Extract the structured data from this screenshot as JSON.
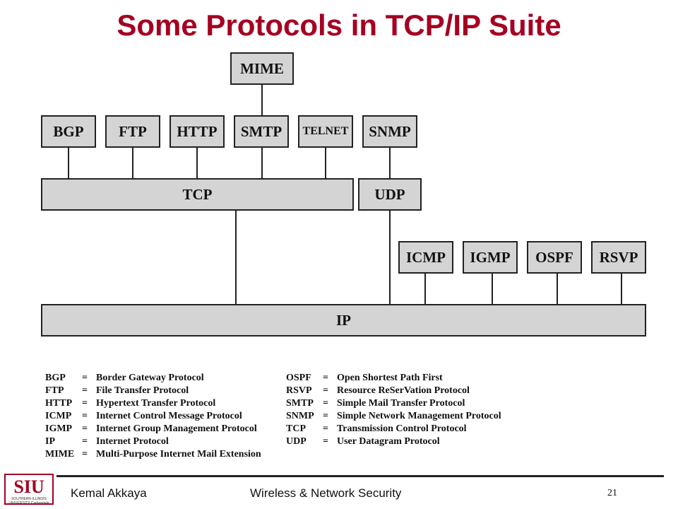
{
  "slide": {
    "title": "Some Protocols in TCP/IP Suite"
  },
  "diagram": {
    "boxes": {
      "mime": "MIME",
      "bgp": "BGP",
      "ftp": "FTP",
      "http": "HTTP",
      "smtp": "SMTP",
      "telnet": "TELNET",
      "snmp": "SNMP",
      "tcp": "TCP",
      "udp": "UDP",
      "icmp": "ICMP",
      "igmp": "IGMP",
      "ospf": "OSPF",
      "rsvp": "RSVP",
      "ip": "IP"
    }
  },
  "legend": {
    "left": [
      {
        "abbr": "BGP",
        "eq": "=",
        "desc": "Border Gateway Protocol"
      },
      {
        "abbr": "FTP",
        "eq": "=",
        "desc": "File Transfer Protocol"
      },
      {
        "abbr": "HTTP",
        "eq": "=",
        "desc": "Hypertext Transfer Protocol"
      },
      {
        "abbr": "ICMP",
        "eq": "=",
        "desc": "Internet Control Message Protocol"
      },
      {
        "abbr": "IGMP",
        "eq": "=",
        "desc": "Internet Group Management Protocol"
      },
      {
        "abbr": "IP",
        "eq": "=",
        "desc": "Internet Protocol"
      },
      {
        "abbr": "MIME",
        "eq": "=",
        "desc": "Multi-Purpose Internet Mail Extension"
      }
    ],
    "right": [
      {
        "abbr": "OSPF",
        "eq": "=",
        "desc": "Open Shortest Path First"
      },
      {
        "abbr": "RSVP",
        "eq": "=",
        "desc": "Resource ReSerVation Protocol"
      },
      {
        "abbr": "SMTP",
        "eq": "=",
        "desc": "Simple Mail Transfer Protocol"
      },
      {
        "abbr": "SNMP",
        "eq": "=",
        "desc": "Simple Network Management Protocol"
      },
      {
        "abbr": "TCP",
        "eq": "=",
        "desc": "Transmission Control Protocol"
      },
      {
        "abbr": "UDP",
        "eq": "=",
        "desc": "User Datagram Protocol"
      }
    ]
  },
  "footer": {
    "logo_text": "SIU",
    "logo_sub": "SOUTHERN ILLINOIS UNIVERSITY Carbondale",
    "author": "Kemal Akkaya",
    "course": "Wireless & Network Security",
    "page": "21"
  },
  "colors": {
    "title": "#a50021",
    "box_fill": "#d4d4d4",
    "line": "#222222"
  }
}
